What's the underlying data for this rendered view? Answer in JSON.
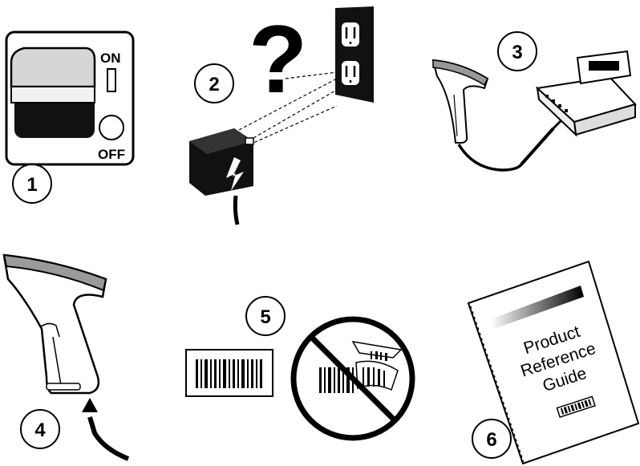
{
  "steps": [
    {
      "number": "1",
      "switch_on_label": "ON",
      "switch_off_label": "OFF"
    },
    {
      "number": "2",
      "symbol": "?"
    },
    {
      "number": "3"
    },
    {
      "number": "4"
    },
    {
      "number": "5"
    },
    {
      "number": "6",
      "guide_title": [
        "Product",
        "Reference",
        "Guide"
      ]
    }
  ],
  "icons": [
    "power-switch-icon",
    "power-adapter-icon",
    "wall-outlet-icon",
    "question-mark-icon",
    "barcode-scanner-icon",
    "host-terminal-icon",
    "cable-icon",
    "barcode-icon",
    "prohibited-icon",
    "guide-book-icon"
  ]
}
